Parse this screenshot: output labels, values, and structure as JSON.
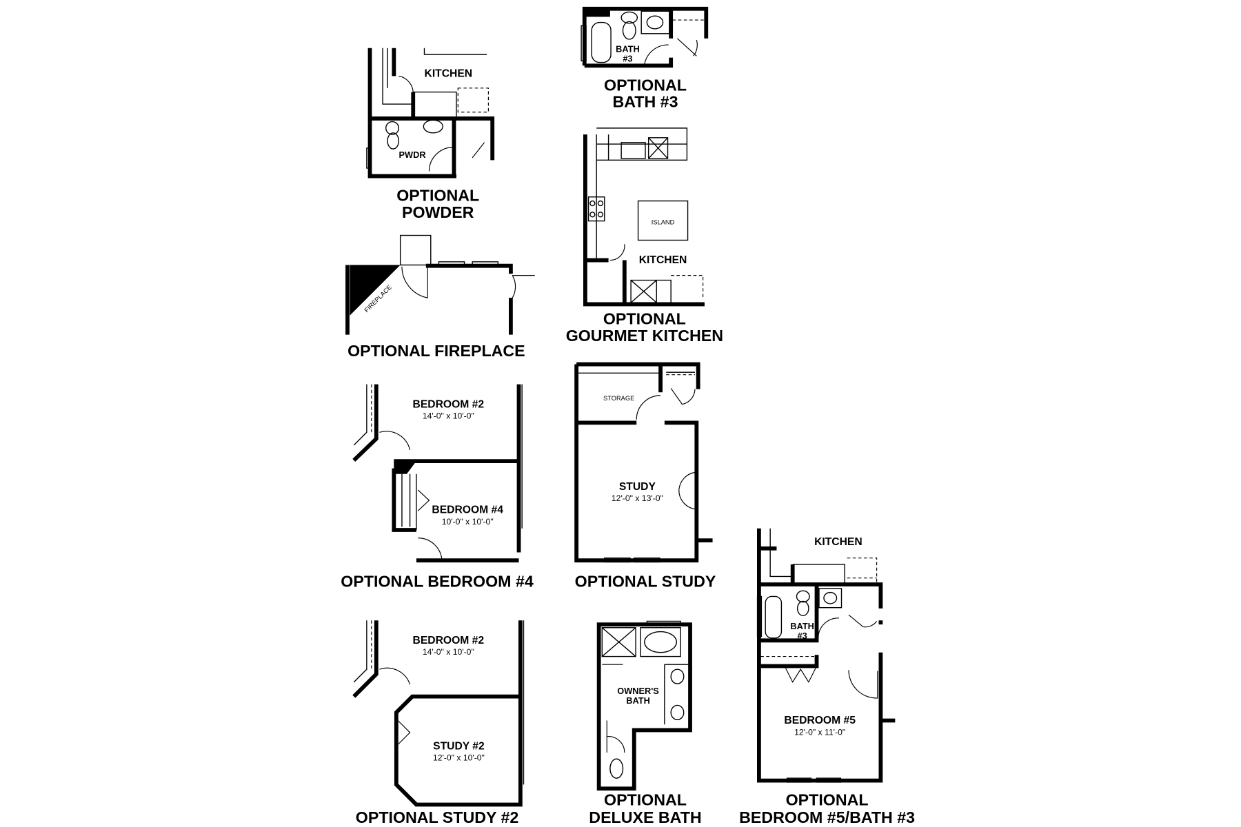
{
  "plans": {
    "powder": {
      "title1": "OPTIONAL",
      "title2": "POWDER",
      "kitchen": "KITCHEN",
      "pwdr": "PWDR"
    },
    "bath3": {
      "title1": "OPTIONAL",
      "title2": "BATH #3",
      "bath1": "BATH",
      "bath2": "#3"
    },
    "gourmet": {
      "title1": "OPTIONAL",
      "title2": "GOURMET KITCHEN",
      "kitchen": "KITCHEN",
      "island": "ISLAND"
    },
    "fireplace": {
      "title": "OPTIONAL FIREPLACE",
      "fireplace": "FIREPLACE"
    },
    "bedroom4": {
      "title": "OPTIONAL BEDROOM #4",
      "bedroom2": "BEDROOM #2",
      "bedroom2_dims": "14'-0\" x 10'-0\"",
      "bedroom4": "BEDROOM #4",
      "bedroom4_dims": "10'-0\" x 10'-0\""
    },
    "study": {
      "title": "OPTIONAL STUDY",
      "storage": "STORAGE",
      "study": "STUDY",
      "study_dims": "12'-0\" x 13'-0\""
    },
    "study2": {
      "title": "OPTIONAL STUDY #2",
      "bedroom2": "BEDROOM #2",
      "bedroom2_dims": "14'-0\" x 10'-0\"",
      "study2": "STUDY #2",
      "study2_dims": "12'-0\" x 10'-0\""
    },
    "deluxe": {
      "title1": "OPTIONAL",
      "title2": "DELUXE BATH",
      "owners1": "OWNER'S",
      "owners2": "BATH"
    },
    "bed5": {
      "title1": "OPTIONAL",
      "title2": "BEDROOM #5/BATH #3",
      "kitchen": "KITCHEN",
      "bath1": "BATH",
      "bath2": "#3",
      "bedroom5": "BEDROOM #5",
      "bedroom5_dims": "12'-0\" x 11'-0\""
    }
  }
}
